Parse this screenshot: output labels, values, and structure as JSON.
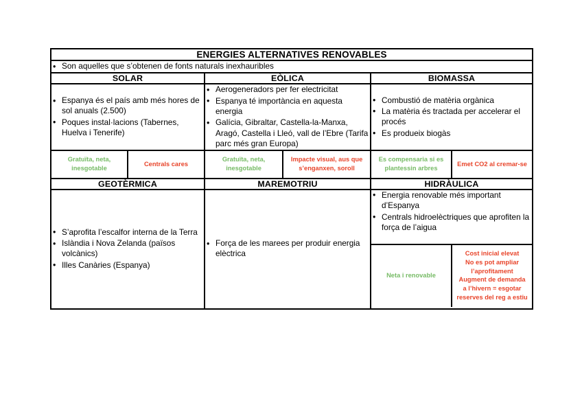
{
  "document": {
    "title": "ENERGIES ALTERNATIVES RENOVABLES",
    "intro": "Son aquelles que s’obtenen de fonts naturals inexhauribles"
  },
  "colors": {
    "pro": "#77bb66",
    "con": "#e8442a",
    "border": "#000000",
    "text": "#000000",
    "background": "#ffffff"
  },
  "sections": {
    "solar": {
      "heading": "SOLAR",
      "points": [
        "Espanya és el país  amb més hores de sol anuals (2.500)",
        "Poques instal·lacions (Tabernes, Huelva i Tenerife)"
      ],
      "pro": "Gratuïta, neta, inesgotable",
      "con": "Centrals cares"
    },
    "eolica": {
      "heading": "EÒLICA",
      "points": [
        "Aerogeneradors per fer electricitat",
        "Espanya té importància en aquesta energia",
        "Galícia, Gibraltar, Castella-la-Manxa, Aragó, Castella i Lleó, vall de l’Ebre (Tarifa parc més gran Europa)"
      ],
      "pro": "Gratuïta, neta, inesgotable",
      "con": "Impacte visual, aus que s’enganxen, soroll"
    },
    "biomassa": {
      "heading": "BIOMASSA",
      "points": [
        "Combustió de matèria orgànica",
        "La matèria és tractada per accelerar el procés",
        "Es produeix biogàs"
      ],
      "pro": "Es compensaria si es plantessin arbres",
      "con": "Emet CO2 al cremar-se"
    },
    "geotermica": {
      "heading": "GEOTÈRMICA",
      "points": [
        "S’aprofita l’escalfor interna de la Terra",
        "Islàndia i Nova Zelanda (països volcànics)",
        "Illes Canàries (Espanya)"
      ]
    },
    "maremotriu": {
      "heading": "MAREMOTRIU",
      "points": [
        "Força de les marees per produir energia elèctrica"
      ]
    },
    "hidraulica": {
      "heading": "HIDRÀULICA",
      "points": [
        "Energia renovable més important d’Espanya",
        "Centrals hidroelèctriques que aprofiten la força de l’aigua"
      ],
      "pro": "Neta i renovable",
      "con": "Cost inicial elevat No es pot ampliar l’aprofitament Augment de demanda a l’hivern = esgotar reserves del reg a estiu",
      "con_lines": [
        "Cost inicial elevat",
        "No es pot ampliar",
        "l’aprofitament",
        "Augment de demanda",
        "a l’hivern = esgotar",
        "reserves del reg a estiu"
      ]
    }
  }
}
